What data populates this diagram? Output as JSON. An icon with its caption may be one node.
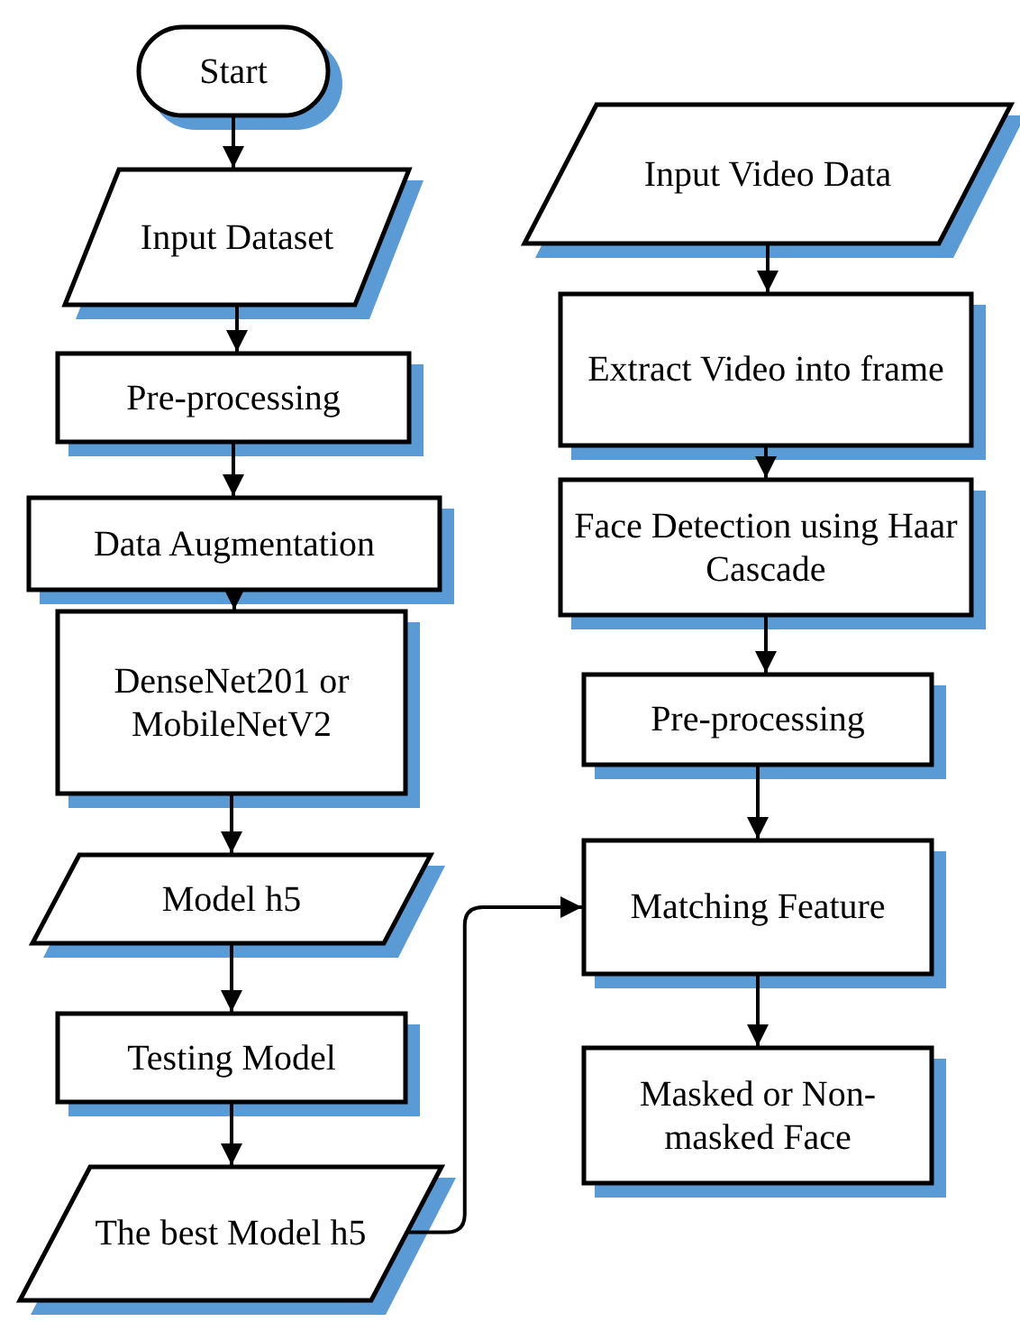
{
  "diagram": {
    "nodes": [
      {
        "text": [
          "Start"
        ]
      },
      {
        "text": [
          "Input Dataset"
        ]
      },
      {
        "text": [
          "Pre-processing"
        ]
      },
      {
        "text": [
          "Data Augmentation"
        ]
      },
      {
        "text": [
          "DenseNet201 or MobileNetV2"
        ]
      },
      {
        "text": [
          "Model h5"
        ]
      },
      {
        "text": [
          "Testing Model"
        ]
      },
      {
        "text": [
          "The best Model h5"
        ]
      },
      {
        "text": [
          "Input Video Data"
        ]
      },
      {
        "text": [
          "Extract Video into frame"
        ]
      },
      {
        "text": [
          "Face Detection using Haar Cascade"
        ]
      },
      {
        "text": [
          "Pre-processing"
        ]
      },
      {
        "text": [
          "Matching Feature"
        ]
      },
      {
        "text": [
          "Masked or Non-masked Face"
        ]
      }
    ],
    "edges": [
      {
        "from": 0,
        "to": 1,
        "arrow": "to"
      },
      {
        "from": 1,
        "to": 2,
        "arrow": "to"
      },
      {
        "from": 2,
        "to": 3,
        "arrow": "to"
      },
      {
        "from": 3,
        "to": 4,
        "arrow": "to"
      },
      {
        "from": 4,
        "to": 5,
        "arrow": "to"
      },
      {
        "from": 5,
        "to": 6,
        "arrow": "to"
      },
      {
        "from": 6,
        "to": 7,
        "arrow": "to"
      },
      {
        "from": 8,
        "to": 9,
        "arrow": "to"
      },
      {
        "from": 9,
        "to": 10,
        "arrow": "to"
      },
      {
        "from": 10,
        "to": 11,
        "arrow": "to"
      },
      {
        "from": 11,
        "to": 12,
        "arrow": "to"
      },
      {
        "from": 12,
        "to": 13,
        "arrow": "to"
      },
      {
        "from": 7,
        "to": 12,
        "arrow": "to"
      }
    ]
  }
}
